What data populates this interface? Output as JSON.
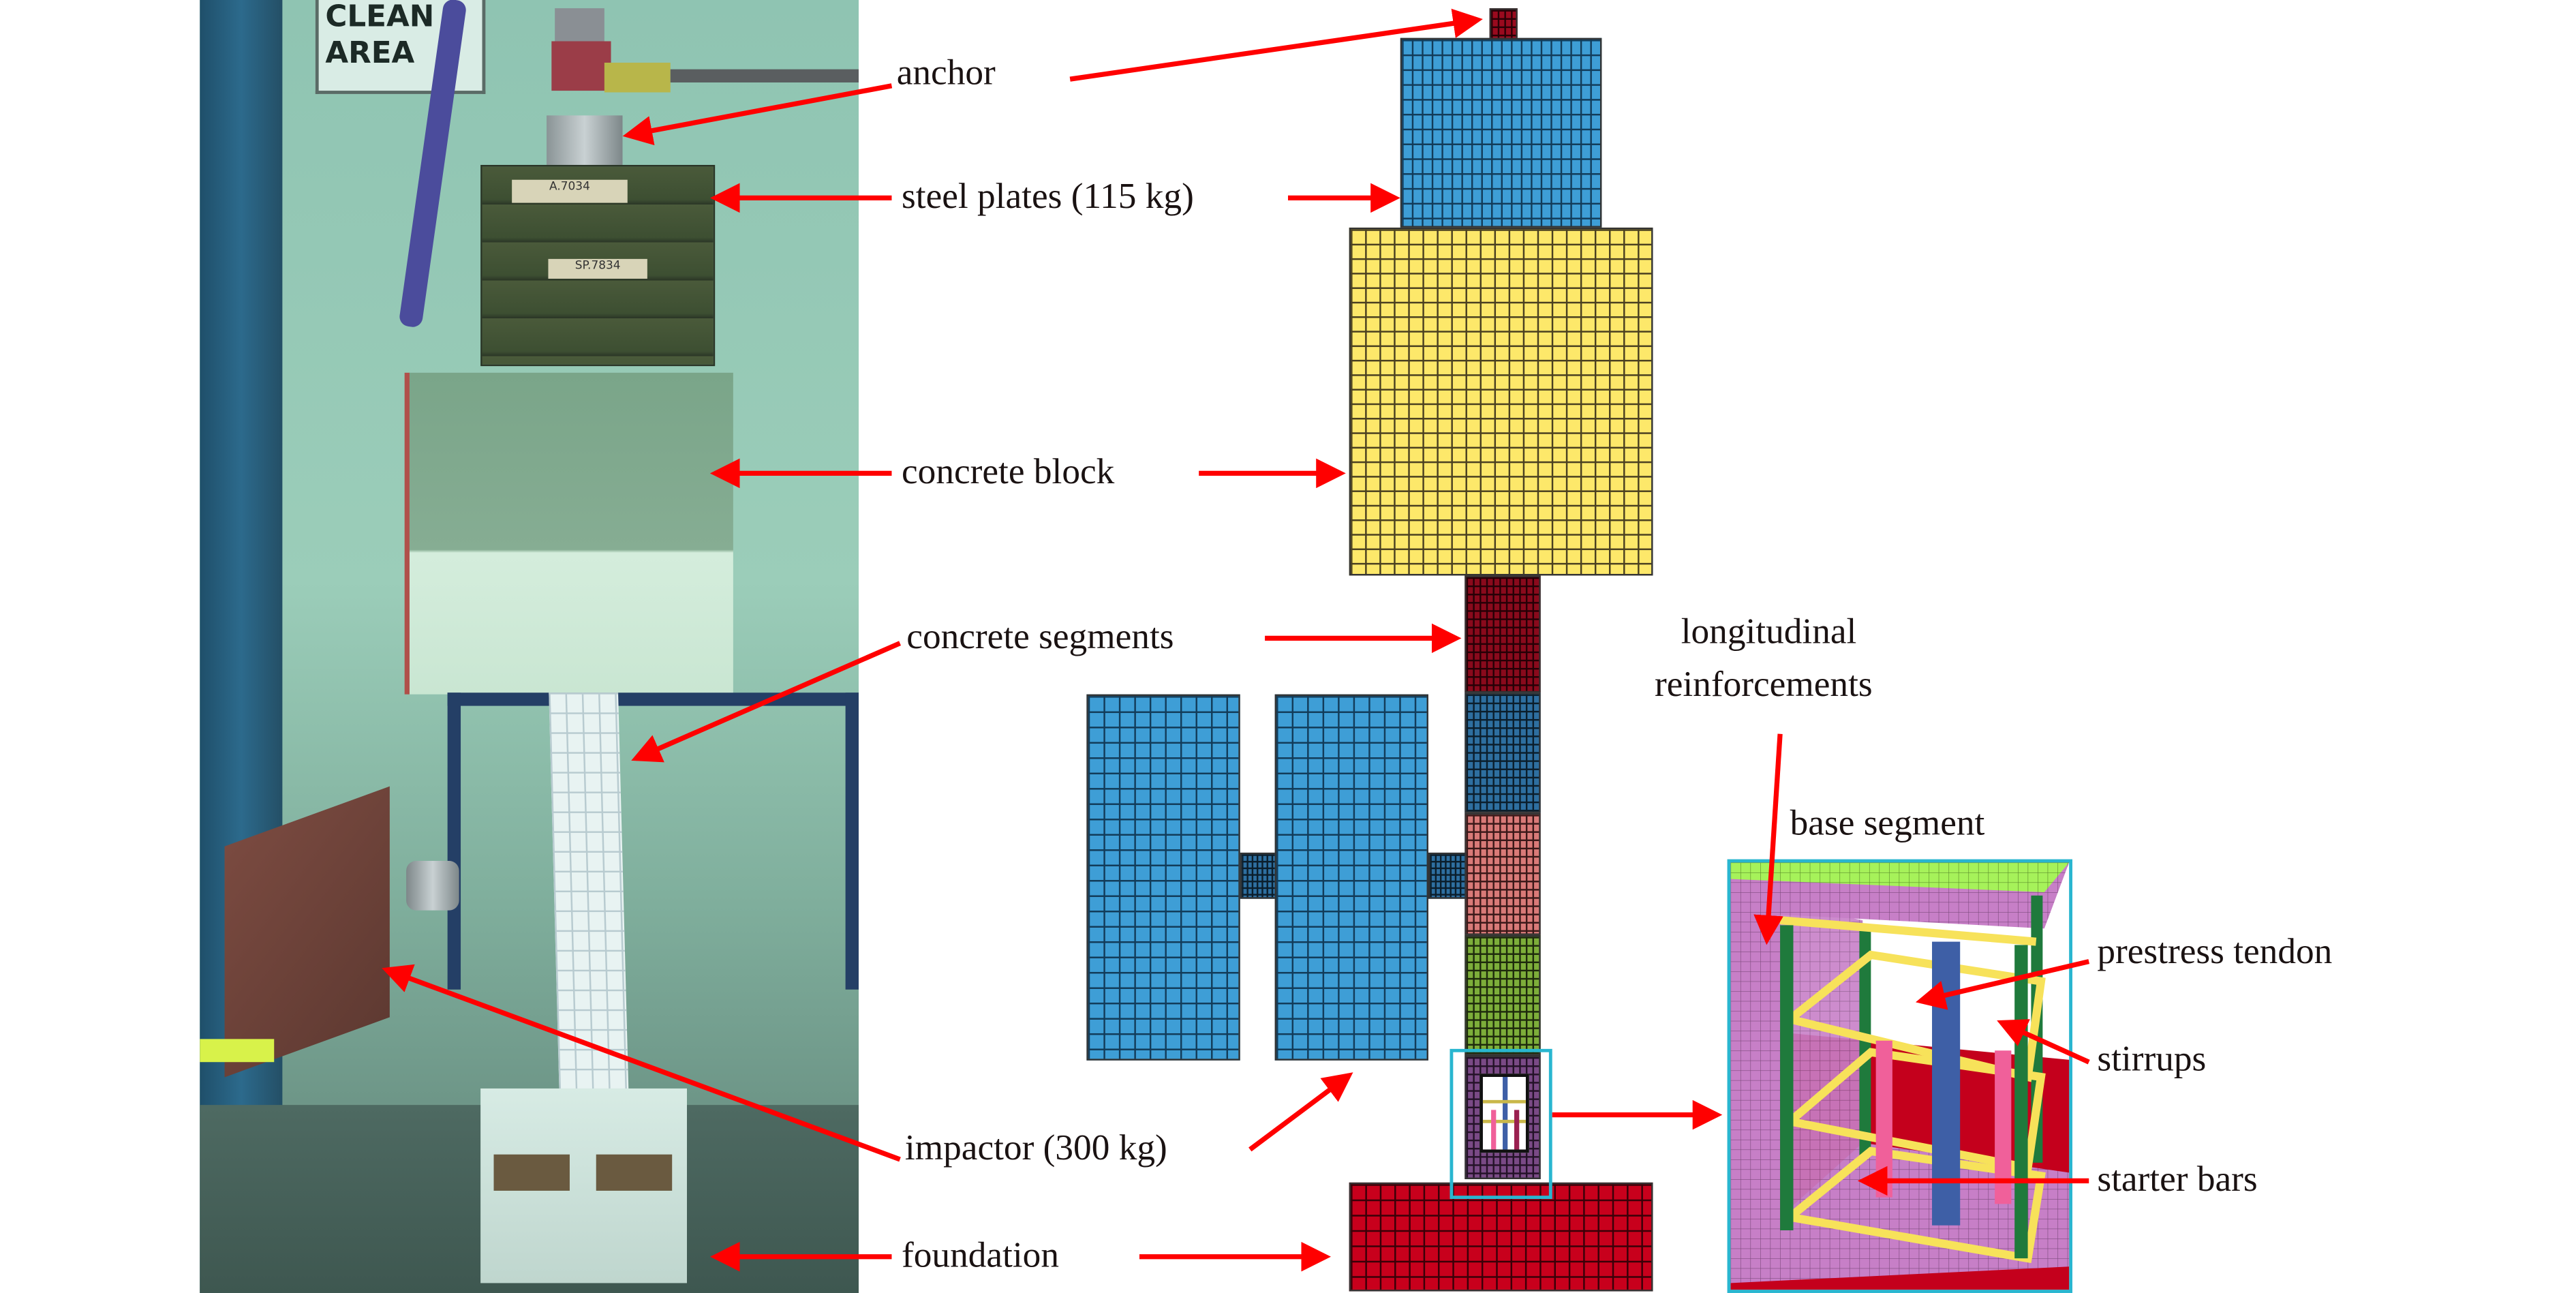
{
  "figure": {
    "photo_panel": {
      "sign_text": "CLEAN AREA",
      "plate_tag_1": "A.7034",
      "plate_tag_2": "SP.7834"
    },
    "labels": {
      "anchor": "anchor",
      "steel_plates": "steel plates (115 kg)",
      "concrete_block": "concrete block",
      "concrete_segments": "concrete segments",
      "impactor": "impactor (300 kg)",
      "foundation": "foundation",
      "longitudinal_line1": "longitudinal",
      "longitudinal_line2": "reinforcements",
      "base_segment": "base segment",
      "prestress_tendon": "prestress tendon",
      "stirrups": "stirrups",
      "starter_bars": "starter bars"
    },
    "colors": {
      "arrow": "#ff0000",
      "anchor_mesh": "#9a0a1e",
      "plates_mesh": "#3e9ed6",
      "block_mesh": "#fde86a",
      "segment_top": "#8a0a1c",
      "segment_blue": "#2e6fa0",
      "segment_pink": "#d97a78",
      "segment_green": "#7dae3a",
      "segment_base": "#7a4a86",
      "impactor_mesh": "#3e9ed6",
      "foundation_mesh": "#c8001c",
      "highlight_box": "#29b6d0",
      "detail_concrete": "#c77fc7",
      "detail_top": "#a6f25a",
      "detail_longitudinal": "#1f7a3c",
      "detail_stirrup": "#f7e25a",
      "detail_tendon": "#3e5fa6",
      "detail_starter": "#f0609a",
      "detail_foundation": "#c4001c"
    }
  }
}
